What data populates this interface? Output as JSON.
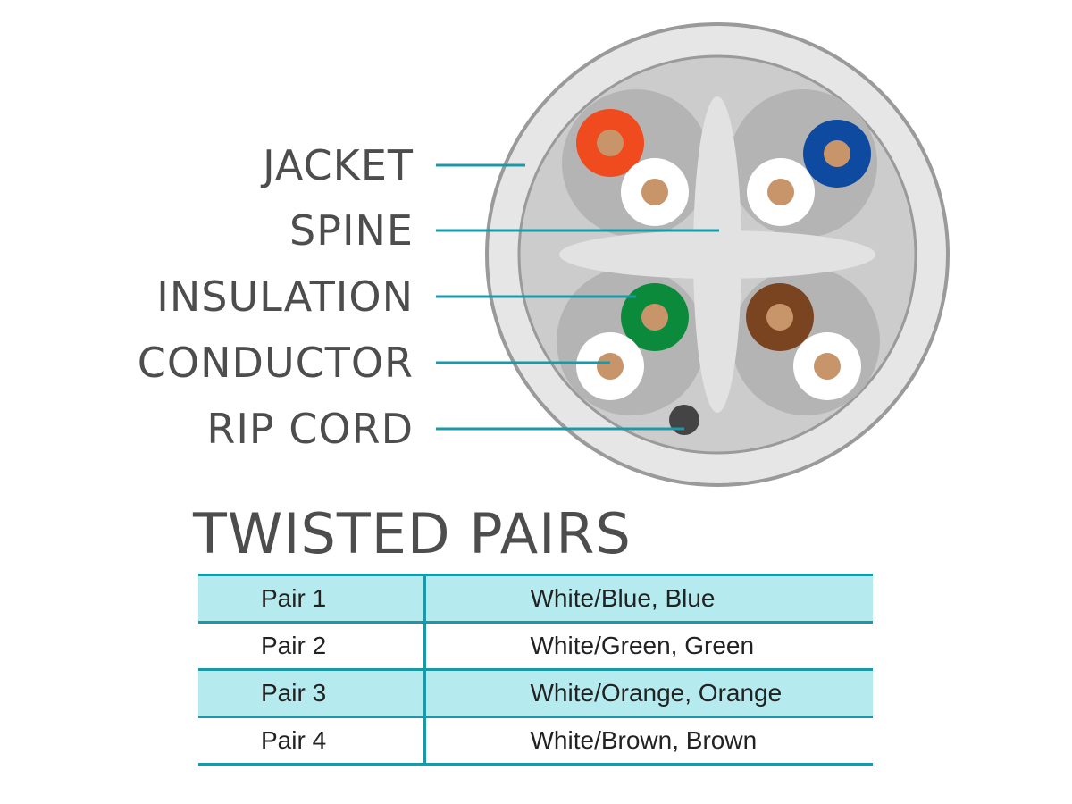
{
  "diagram": {
    "labels": {
      "jacket": "JACKET",
      "spine": "SPINE",
      "insulation": "INSULATION",
      "conductor": "CONDUCTOR",
      "rip_cord": "RIP CORD"
    },
    "colors": {
      "leader_line": "#1a9aa8",
      "label_text": "#4d4d4d",
      "jacket": "#e6e6e6",
      "jacket_rim": "#9a9a9a",
      "inner": "#cccccc",
      "pair_shadow": "#b4b4b4",
      "spine": "#e2e2e2",
      "conductor": "#c8946a",
      "insulation_orange": "#f04a1f",
      "insulation_blue": "#0d4aa0",
      "insulation_green": "#0c8a3c",
      "insulation_brown": "#7a4420",
      "insulation_white": "#ffffff",
      "rip_cord": "#444444"
    }
  },
  "table": {
    "title": "TWISTED PAIRS",
    "rows": [
      {
        "pair": "Pair 1",
        "colors": "White/Blue, Blue"
      },
      {
        "pair": "Pair 2",
        "colors": "White/Green, Green"
      },
      {
        "pair": "Pair 3",
        "colors": "White/Orange, Orange"
      },
      {
        "pair": "Pair 4",
        "colors": "White/Brown, Brown"
      }
    ]
  }
}
